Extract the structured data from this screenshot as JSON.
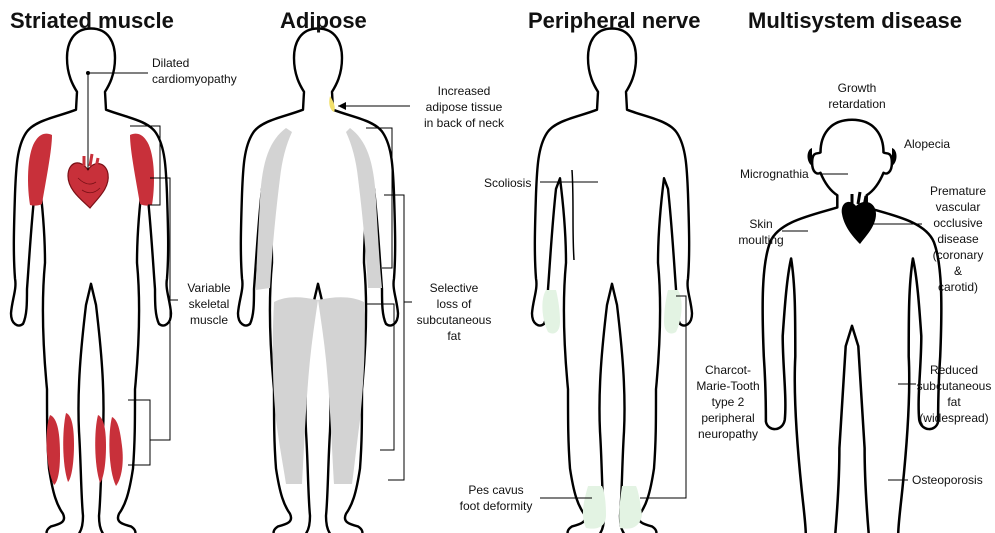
{
  "panels": [
    {
      "title": "Striated muscle",
      "labels": {
        "cardiomyopathy": "Dilated\ncardiomyopathy",
        "skeletal": "Variable\nskeletal\nmuscle"
      }
    },
    {
      "title": "Adipose",
      "labels": {
        "neck": "Increased\nadipose tissue\nin back of neck",
        "loss": "Selective\nloss of\nsubcutaneous\nfat"
      }
    },
    {
      "title": "Peripheral nerve",
      "labels": {
        "scoliosis": "Scoliosis",
        "cmt": "Charcot-\nMarie-Tooth\ntype 2\nperipheral\nneuropathy",
        "pes": "Pes cavus\nfoot deformity"
      }
    },
    {
      "title": "Multisystem disease",
      "labels": {
        "growth": "Growth\nretardation",
        "alopecia": "Alopecia",
        "micrognathia": "Micrognathia",
        "skin": "Skin\nmoulting",
        "vascular": "Premature\nvascular\nocclusive\ndisease\n(coronary\n&\ncarotid)",
        "reduced": "Reduced\nsubcutaneous\nfat\n(widespread)",
        "osteo": "Osteoporosis"
      }
    }
  ],
  "colors": {
    "muscle": "#c8303a",
    "adipose": "#d3d3d3",
    "neck_fat": "#f2e06a",
    "nerve": "#e3f3e3",
    "heart_black": "#000000"
  }
}
